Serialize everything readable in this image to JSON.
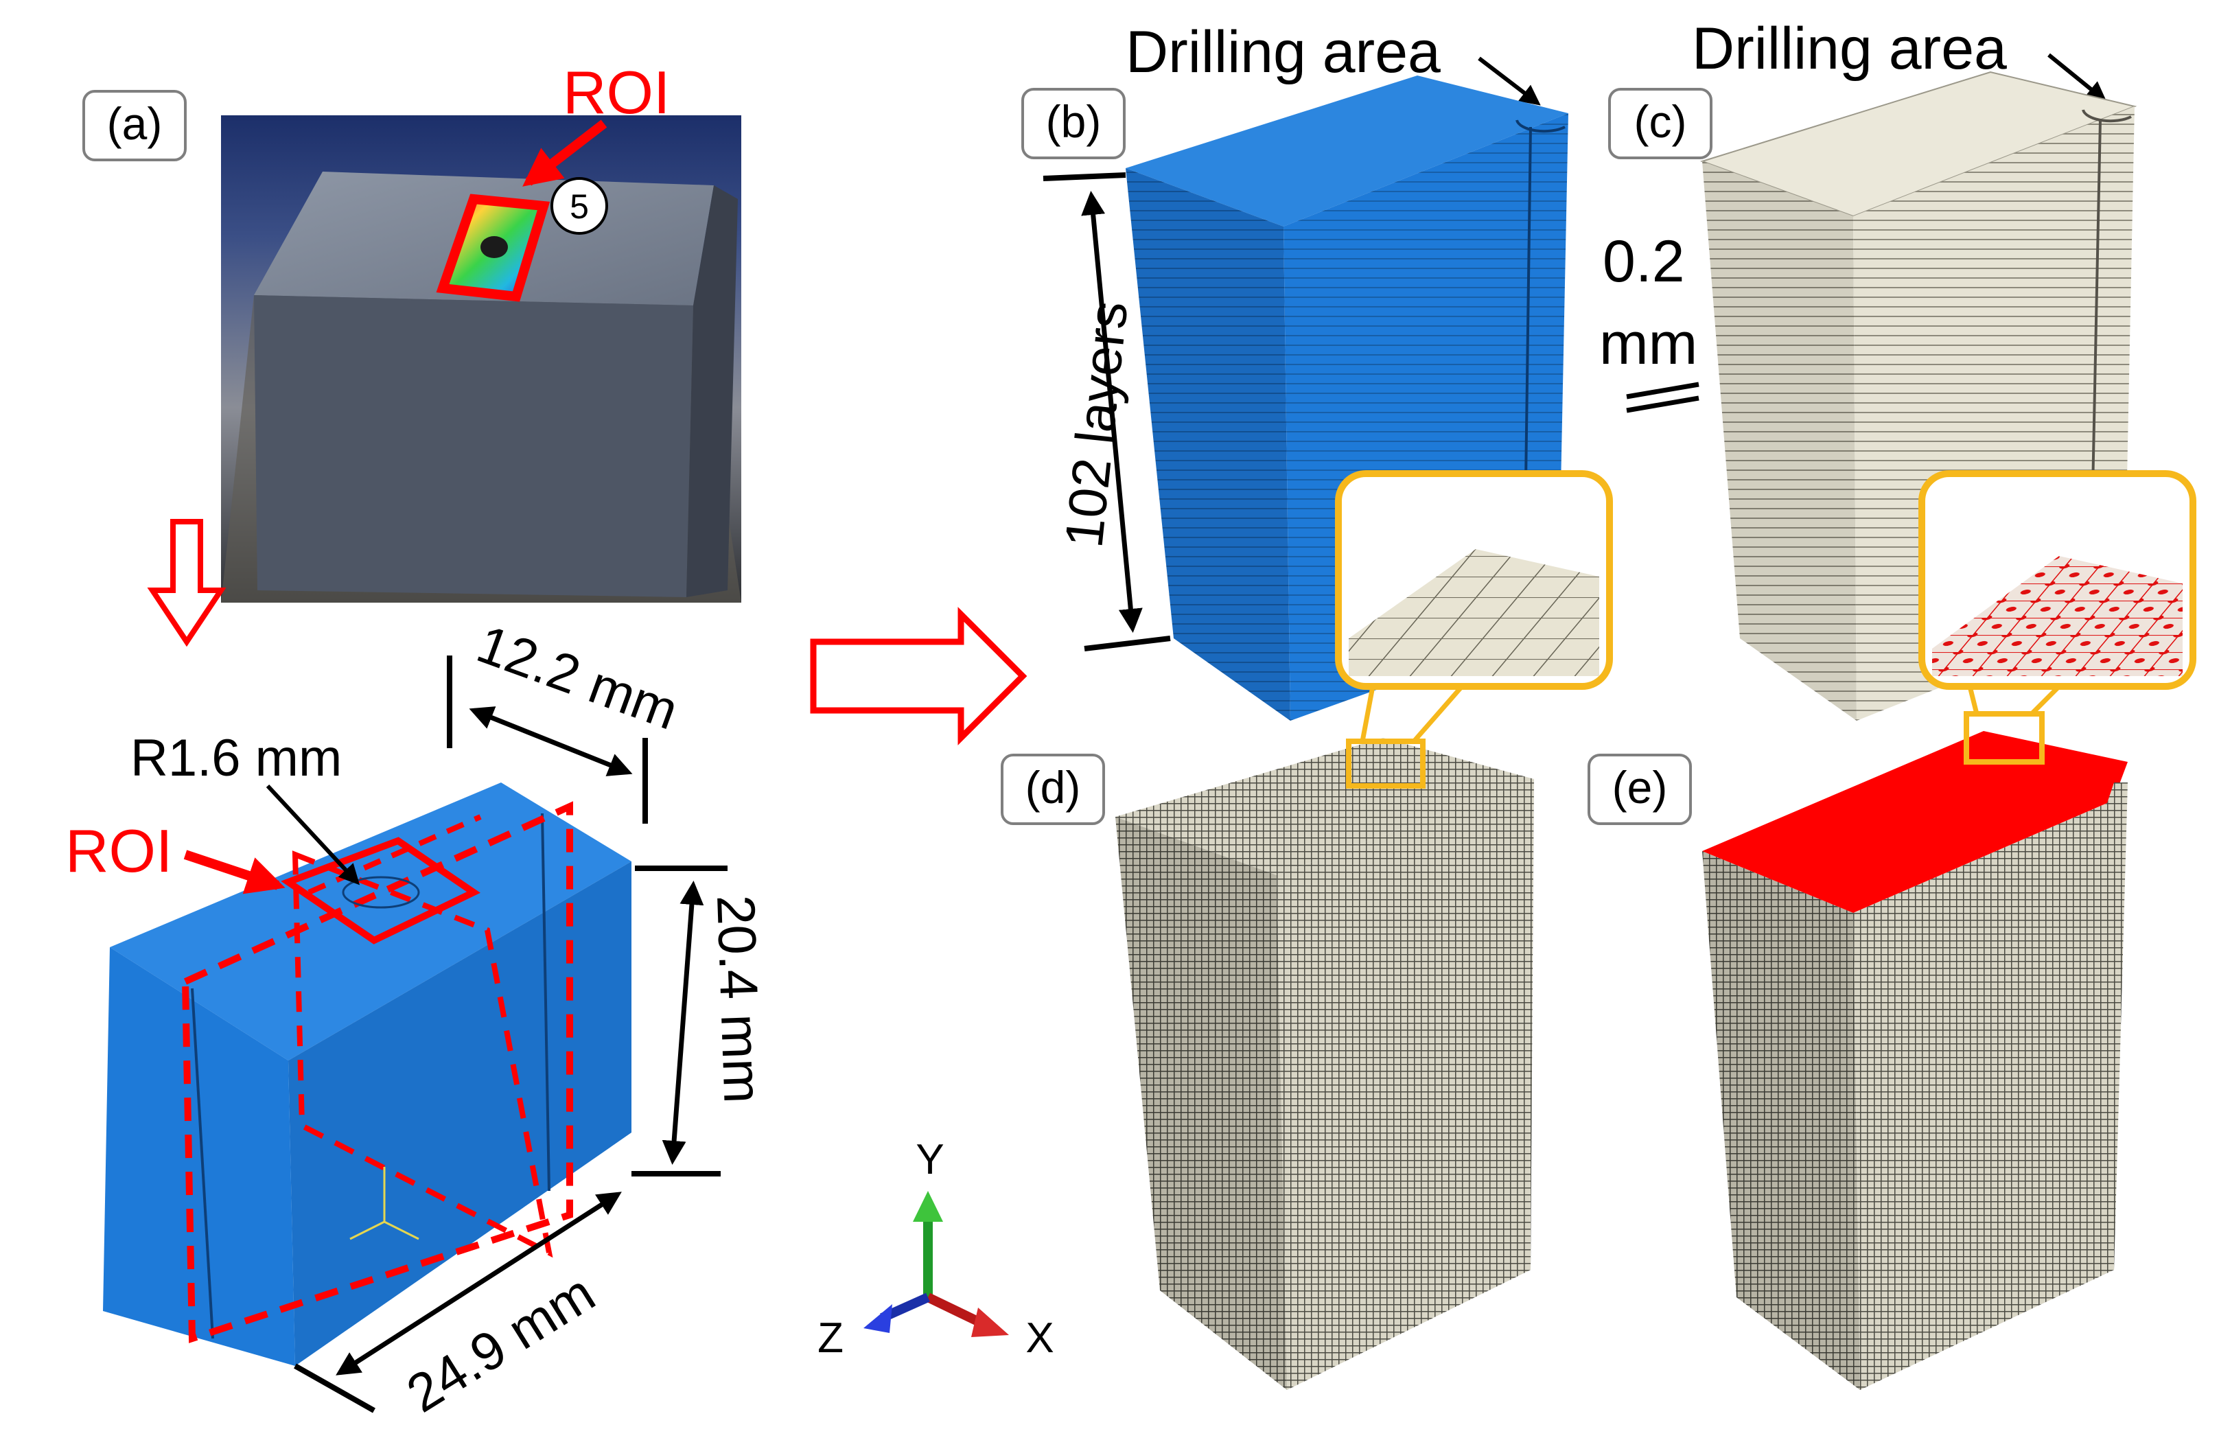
{
  "panels": {
    "a": {
      "label": "(a)",
      "roi_photo": "ROI",
      "point_id": "5",
      "roi_model": "ROI",
      "radius": "R1.6 mm",
      "dim_width": "12.2 mm",
      "dim_height": "20.4 mm",
      "dim_length": "24.9 mm"
    },
    "b": {
      "label": "(b)",
      "drilling": "Drilling area",
      "layers": "102 layers"
    },
    "c": {
      "label": "(c)",
      "drilling": "Drilling area",
      "thickness_value": "0.2",
      "thickness_unit": "mm"
    },
    "d": {
      "label": "(d)"
    },
    "e": {
      "label": "(e)"
    }
  },
  "axes_triad": {
    "y": "Y",
    "z": "Z",
    "x": "X"
  },
  "colors": {
    "model_blue": "#1e7ad8",
    "model_blue_dark": "#1662b6",
    "roi_red": "#ff0000",
    "layer_beige": "#e4e1d2",
    "mesh_gray": "#5b5b52",
    "zoom_frame": "#f6b81c"
  }
}
